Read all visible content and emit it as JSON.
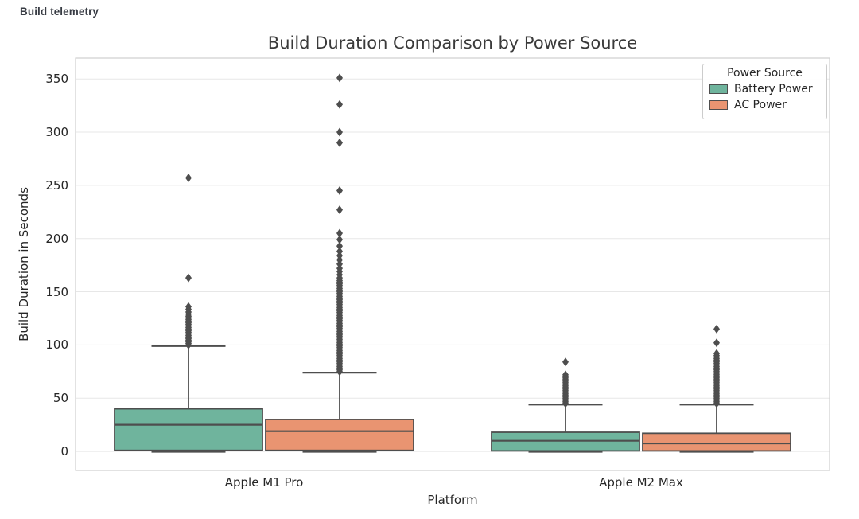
{
  "header": {
    "label": "Build telemetry"
  },
  "chart_data": {
    "type": "boxplot",
    "title": "Build Duration Comparison by Power Source",
    "xlabel": "Platform",
    "ylabel": "Build Duration in Seconds",
    "categories": [
      "Apple M1 Pro",
      "Apple M2 Max"
    ],
    "yticks": [
      0,
      50,
      100,
      150,
      200,
      250,
      300,
      350
    ],
    "ylim": [
      -17.9,
      369.6
    ],
    "grid": "horizontal",
    "legend": {
      "title": "Power Source",
      "position": "upper-right"
    },
    "colors": {
      "battery": "#6fb49d",
      "ac": "#e99471",
      "box_edge": "#4e4e4e",
      "grid": "#e7e7e7",
      "spine": "#cfcfcf",
      "text": "#262626"
    },
    "series": [
      {
        "name": "Battery Power",
        "color": "#6fb49d",
        "boxes": [
          {
            "category": "Apple M1 Pro",
            "whisker_low": 0,
            "q1": 1,
            "median": 25,
            "q3": 40,
            "whisker_high": 99,
            "outliers": [
              100,
              101.5,
              103,
              104.5,
              106,
              107.5,
              109,
              110.5,
              112,
              113.5,
              115,
              116.5,
              118,
              119.5,
              121,
              122.5,
              124,
              125.5,
              127,
              129,
              131,
              133.5,
              136,
              163,
              257
            ]
          },
          {
            "category": "Apple M2 Max",
            "whisker_low": 0,
            "q1": 0.5,
            "median": 10,
            "q3": 18,
            "whisker_high": 44,
            "outliers": [
              45,
              46.5,
              48,
              49.5,
              51,
              52.5,
              54,
              55.5,
              57,
              58.5,
              60,
              61.5,
              63,
              64.5,
              66,
              67.5,
              69,
              70.5,
              72,
              84
            ]
          }
        ]
      },
      {
        "name": "AC Power",
        "color": "#e99471",
        "boxes": [
          {
            "category": "Apple M1 Pro",
            "whisker_low": 0,
            "q1": 1,
            "median": 19,
            "q3": 30,
            "whisker_high": 74,
            "outliers": [
              75,
              76.5,
              78,
              79.5,
              81,
              82.5,
              84,
              85.5,
              87,
              88.5,
              90,
              91.5,
              93,
              94.5,
              96,
              97.5,
              99,
              100.5,
              102,
              103.5,
              105,
              106.5,
              108,
              109.5,
              111,
              112.5,
              114,
              115.5,
              117,
              118.5,
              120,
              121.5,
              123,
              124.5,
              126,
              127.5,
              129,
              130.5,
              132,
              133.5,
              135,
              136.5,
              138,
              139.5,
              141,
              142.5,
              144,
              145.5,
              147,
              148.5,
              150,
              151.5,
              153,
              154.5,
              156,
              157.5,
              159,
              160.5,
              163,
              166,
              169,
              172,
              176,
              180,
              184,
              188,
              193,
              199,
              205,
              227,
              245,
              290,
              300,
              326,
              351
            ]
          },
          {
            "category": "Apple M2 Max",
            "whisker_low": 0,
            "q1": 0.5,
            "median": 7.5,
            "q3": 17,
            "whisker_high": 44,
            "outliers": [
              45,
              46.5,
              48,
              49.5,
              51,
              52.5,
              54,
              55.5,
              57,
              58.5,
              60,
              61.5,
              63,
              64.5,
              66,
              67.5,
              69,
              70.5,
              72,
              73.5,
              75,
              76.5,
              78,
              79.5,
              81,
              82.5,
              84,
              85.5,
              87,
              88.5,
              90,
              92,
              102,
              115
            ]
          }
        ]
      }
    ]
  }
}
